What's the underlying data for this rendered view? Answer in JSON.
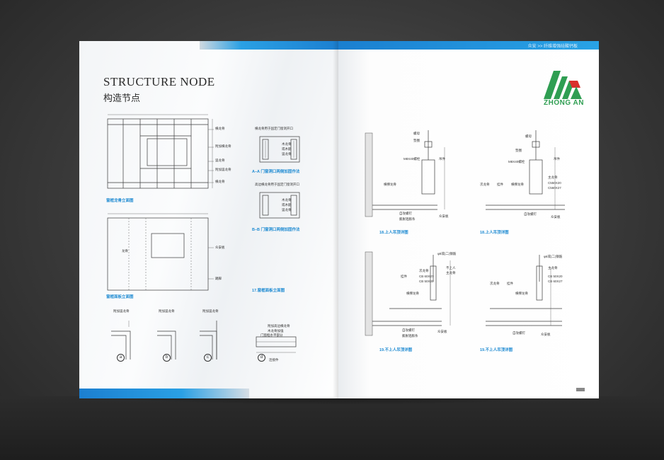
{
  "left_page": {
    "title": "STRUCTURE NODE",
    "subtitle": "构造节点",
    "captions": {
      "elevation_frame": "窗框龙骨立面图",
      "elevation_panel": "窗框面板立面图",
      "aa": "A–A 门窗洞口两侧加固作法",
      "bb": "B–B 门窗洞口两侧加固作法",
      "fig17": "17.窗框面板立面图"
    },
    "labels": {
      "aa_top": "横龙骨用于固定门窗洞开口",
      "bb_top": "高边横龙骨用于固定门窗洞开口",
      "wood_keel_1": "木龙骨",
      "wood_board_1": "或木筋",
      "top_keel": "竖龙骨",
      "wood_keel_2": "木龙骨",
      "wood_board_2": "或木筋",
      "top_keel_2": "竖龙骨",
      "frame_r1": "横龙骨",
      "frame_r2": "附加横龙骨",
      "frame_r3": "竖龙骨",
      "frame_r4": "附加竖龙骨",
      "frame_r5": "横龙骨",
      "panel_l": "龙骨",
      "panel_r": "众安板",
      "panel_r2": "踢脚",
      "det_a": "附加竖龙骨",
      "det_b": "附加竖龙骨",
      "det_c": "附加竖龙骨",
      "det_d1": "附加高边横龙骨",
      "det_d2": "木龙骨加强",
      "det_d3": "门窗框水平部分",
      "det_d4": "连接件"
    },
    "circles": [
      "a",
      "b",
      "c",
      "d"
    ]
  },
  "right_page": {
    "header": "众安 >> 纤维增强硅酸钙板",
    "logo_text": "ZHONG AN",
    "colors": {
      "accent_blue": "#1f8bd2",
      "logo_green": "#2f9e52",
      "logo_red": "#d9302c"
    },
    "captions": {
      "d18a": "18.上人吊顶详图",
      "d18b": "18.上人吊顶详图",
      "d19a": "19.不上人吊顶详图",
      "d19b": "19.不上人吊顶详图"
    },
    "labels": {
      "a_nut": "螺母",
      "a_washer": "垫圈",
      "a_bolt": "M8X40螺栓",
      "a_hanger": "吊件",
      "a_main": "横撑龙骨",
      "a_screw": "自攻螺钉",
      "a_alu": "膨胀铝膨条",
      "a_board": "众安板",
      "b_nut": "螺母",
      "b_washer": "垫圈",
      "b_bolt": "M8X40螺栓",
      "b_hanger": "吊件",
      "b_main": "主龙骨",
      "b_spec1": "C550X20",
      "b_spec2": "C560X27",
      "b_sec": "次龙骨",
      "b_hook": "挂件",
      "b_cross": "横撑龙骨",
      "b_screw": "自攻螺钉",
      "b_board": "众安板",
      "c_rod": "φ8或(二)钢筋",
      "c_sec": "次龙骨",
      "c_hook": "挂件",
      "c_spec1": "CB 60X27",
      "c_spec2": "CB 50X20",
      "c_main1": "不上人",
      "c_main2": "主龙骨",
      "c_cross": "横撑龙骨",
      "c_screw": "自攻螺钉",
      "c_alu": "膨胀铝膨条",
      "c_board": "众安板",
      "d_rod": "φ6或(二)钢筋",
      "d_main": "主龙骨",
      "d_sec": "次龙骨",
      "d_hook": "挂件",
      "d_spec1": "CB 50X20",
      "d_spec2": "CB 60X27",
      "d_cross": "横撑龙骨",
      "d_screw": "自攻螺钉",
      "d_board": "众安板"
    }
  }
}
